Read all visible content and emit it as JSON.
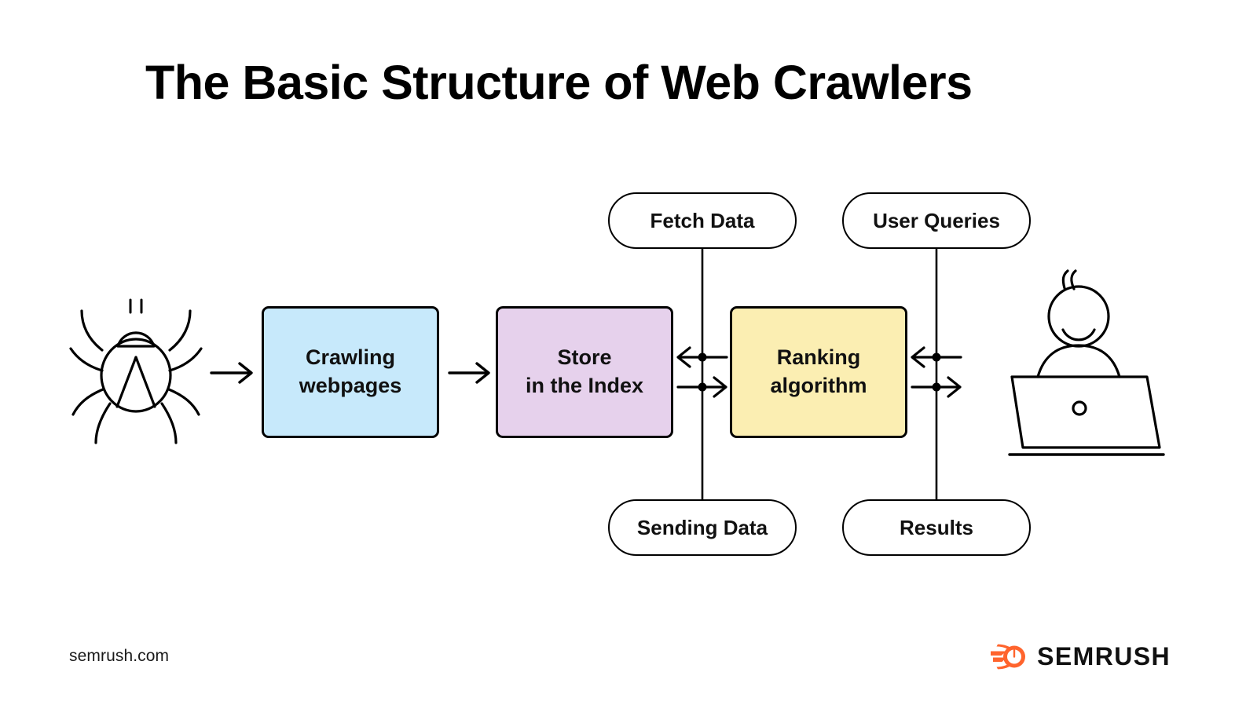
{
  "page": {
    "title": "The Basic Structure of Web Crawlers",
    "background_color": "#ffffff"
  },
  "diagram": {
    "type": "flow-diagram",
    "nodes": [
      {
        "id": "spider",
        "kind": "icon",
        "icon": "spider-icon",
        "label": ""
      },
      {
        "id": "crawl",
        "kind": "process",
        "label": "Crawling\nwebpages",
        "fill": "#C7E9FB"
      },
      {
        "id": "store",
        "kind": "process",
        "label": "Store\nin the Index",
        "fill": "#E6D1EC"
      },
      {
        "id": "rank",
        "kind": "process",
        "label": "Ranking\nalgorithm",
        "fill": "#FBEEB2"
      },
      {
        "id": "user",
        "kind": "icon",
        "icon": "person-at-laptop-icon",
        "label": ""
      },
      {
        "id": "fetch",
        "kind": "pill",
        "label": "Fetch Data"
      },
      {
        "id": "queries",
        "kind": "pill",
        "label": "User Queries"
      },
      {
        "id": "sending",
        "kind": "pill",
        "label": "Sending Data"
      },
      {
        "id": "results",
        "kind": "pill",
        "label": "Results"
      }
    ],
    "edges": [
      {
        "from": "spider",
        "to": "crawl",
        "style": "arrow-right"
      },
      {
        "from": "crawl",
        "to": "store",
        "style": "arrow-right"
      },
      {
        "from": "fetch",
        "to": "store",
        "style": "arrow-left",
        "note": "Fetch Data feeds into Store in the Index"
      },
      {
        "from": "store",
        "to": "rank",
        "style": "arrow-right",
        "note": "Sending Data from index to ranking algorithm"
      },
      {
        "from": "queries",
        "to": "rank",
        "style": "arrow-left",
        "note": "User Queries feed the ranking algorithm"
      },
      {
        "from": "rank",
        "to": "user",
        "style": "arrow-right",
        "note": "Results returned to the user"
      }
    ],
    "colors": {
      "crawl_fill": "#C7E9FB",
      "store_fill": "#E6D1EC",
      "rank_fill": "#FBEEB2",
      "stroke": "#000000",
      "brand_orange": "#FF642D"
    }
  },
  "footer": {
    "url": "semrush.com",
    "brand_name": "SEMRUSH",
    "brand_icon": "semrush-comet-icon"
  }
}
